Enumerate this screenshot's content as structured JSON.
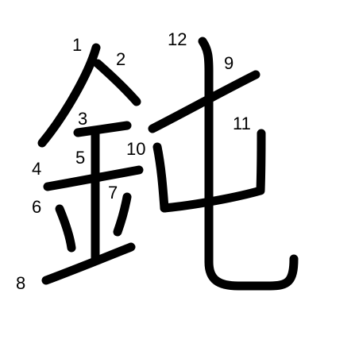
{
  "character": "鈍",
  "stroke_labels": [
    "1",
    "2",
    "3",
    "4",
    "5",
    "6",
    "7",
    "8",
    "9",
    "10",
    "11",
    "12"
  ],
  "colors": {
    "background": "#ffffff",
    "stroke": "#000000",
    "label": "#000000"
  }
}
